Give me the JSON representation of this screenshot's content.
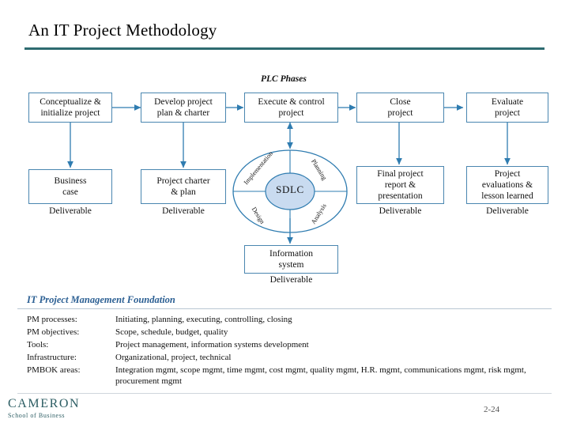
{
  "slide": {
    "title": "An IT Project Methodology",
    "page_number": "2-24",
    "rule_color": "#2e6b70"
  },
  "diagram": {
    "plc_label": "PLC Phases",
    "box_border_color": "#4a86b0",
    "arrow_color": "#2f7cb0",
    "phases": [
      {
        "id": "conceptualize",
        "label": "Conceptualize &\ninitialize project"
      },
      {
        "id": "develop-plan",
        "label": "Develop project\nplan & charter"
      },
      {
        "id": "execute",
        "label": "Execute & control\nproject"
      },
      {
        "id": "close",
        "label": "Close\nproject"
      },
      {
        "id": "evaluate",
        "label": "Evaluate\nproject"
      }
    ],
    "deliverable_boxes": [
      {
        "id": "business-case",
        "label": "Business\ncase"
      },
      {
        "id": "project-charter",
        "label": "Project charter\n& plan"
      },
      {
        "id": "information-system",
        "label": "Information\nsystem"
      },
      {
        "id": "final-report",
        "label": "Final project\nreport &\npresentation"
      },
      {
        "id": "project-evaluations",
        "label": "Project\nevaluations &\nlesson learned"
      }
    ],
    "deliverable_caption": "Deliverable",
    "sdlc": {
      "core_label": "SDLC",
      "core_fill": "#c9dbf0",
      "quadrants": [
        {
          "id": "planning",
          "label": "Planning"
        },
        {
          "id": "analysis",
          "label": "Analysis"
        },
        {
          "id": "design",
          "label": "Design"
        },
        {
          "id": "implementation",
          "label": "Implementation"
        }
      ]
    }
  },
  "foundation": {
    "title": "IT Project Management Foundation",
    "title_color": "#2b5f93",
    "rows": [
      {
        "label": "PM processes:",
        "value": "Initiating, planning, executing, controlling, closing"
      },
      {
        "label": "PM objectives:",
        "value": "Scope, schedule, budget, quality"
      },
      {
        "label": "Tools:",
        "value": "Project management, information systems development"
      },
      {
        "label": "Infrastructure:",
        "value": "Organizational, project, technical"
      },
      {
        "label": "PMBOK areas:",
        "value": "Integration mgmt, scope mgmt, time mgmt, cost mgmt, quality mgmt, H.R. mgmt, communications mgmt, risk mgmt, procurement mgmt"
      }
    ]
  },
  "footer": {
    "logo_main": "CAMERON",
    "logo_sub": "School of Business",
    "logo_color": "#2c5d63"
  }
}
